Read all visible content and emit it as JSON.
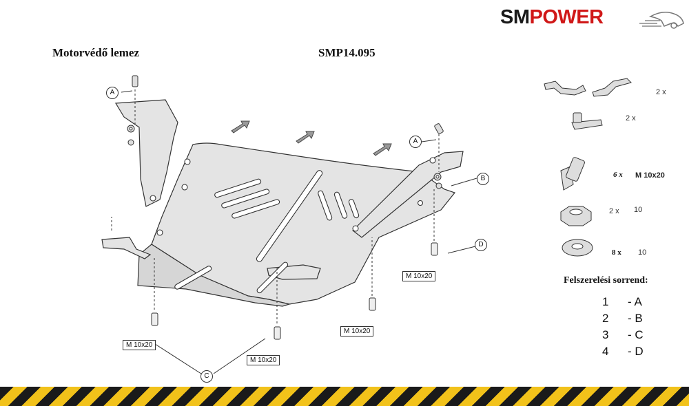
{
  "brand": {
    "sm": "SM",
    "power": "POWER"
  },
  "title": "Motorvédő lemez",
  "code": "SMP14.095",
  "diagram": {
    "callouts": {
      "a": "A",
      "b": "B",
      "c": "C",
      "d": "D"
    },
    "bolt_label": "M 10x20"
  },
  "parts": [
    {
      "name": "bracket",
      "qty": "2 x",
      "spec": ""
    },
    {
      "name": "clip",
      "qty": "2 x",
      "spec": ""
    },
    {
      "name": "bolt",
      "qty": "6 x",
      "spec": "M 10x20"
    },
    {
      "name": "nut",
      "qty": "2 x",
      "spec": "10"
    },
    {
      "name": "washer",
      "qty": "8 x",
      "spec": "10"
    }
  ],
  "sequence": {
    "heading": "Felszerelési sorrend:",
    "steps": [
      {
        "num": "1",
        "letter": "- A"
      },
      {
        "num": "2",
        "letter": "- B"
      },
      {
        "num": "3",
        "letter": "- C"
      },
      {
        "num": "4",
        "letter": "- D"
      }
    ]
  }
}
